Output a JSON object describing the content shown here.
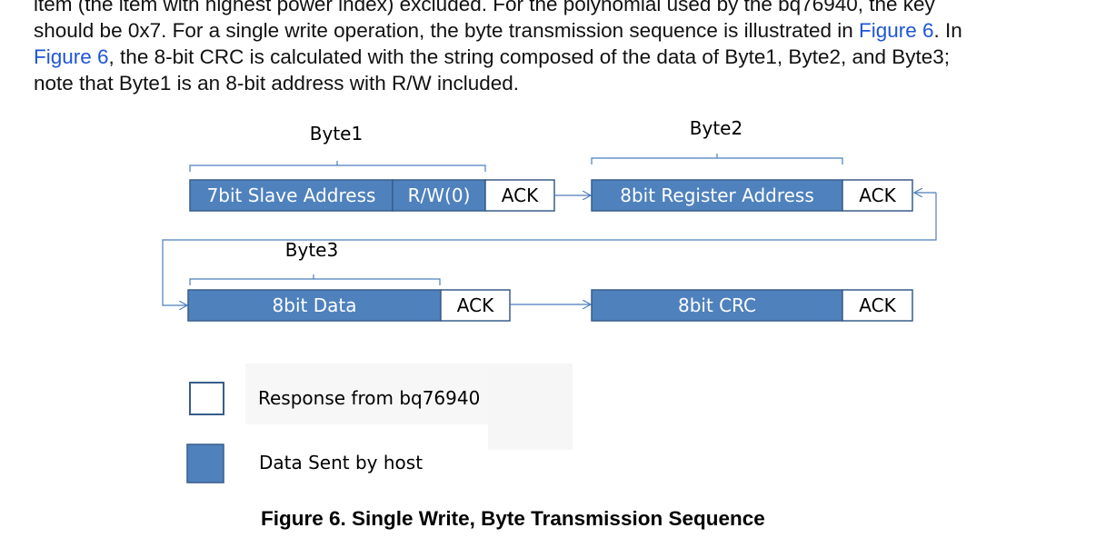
{
  "paragraph": {
    "line0": "item (the item with highest power index) excluded. For the polynomial used by the bq76940, the key",
    "line1_pre": "should be 0x7. For a single write operation, the byte transmission sequence is illustrated in ",
    "line1_link": "Figure 6",
    "line1_post": ". In",
    "line2_link": "Figure 6",
    "line2_post": ", the 8-bit CRC is calculated with the string composed of the data of Byte1, Byte2, and Byte3;",
    "line3": "note that Byte1 is an 8-bit address with R/W included."
  },
  "diagram": {
    "byte1_label": "Byte1",
    "byte2_label": "Byte2",
    "byte3_label": "Byte3",
    "slave_address": "7bit Slave Address",
    "rw_bit": "R/W(0)",
    "ack": "ACK",
    "register_address": "8bit Register Address",
    "data": "8bit Data",
    "crc": "8bit CRC",
    "host_color": "#4f81bd",
    "border_color": "#385d8a",
    "arrow_color": "#4a7ebb"
  },
  "legend": {
    "response_label": "Response from bq76940",
    "host_label": "Data Sent by host"
  },
  "caption": "Figure 6. Single Write, Byte Transmission Sequence"
}
